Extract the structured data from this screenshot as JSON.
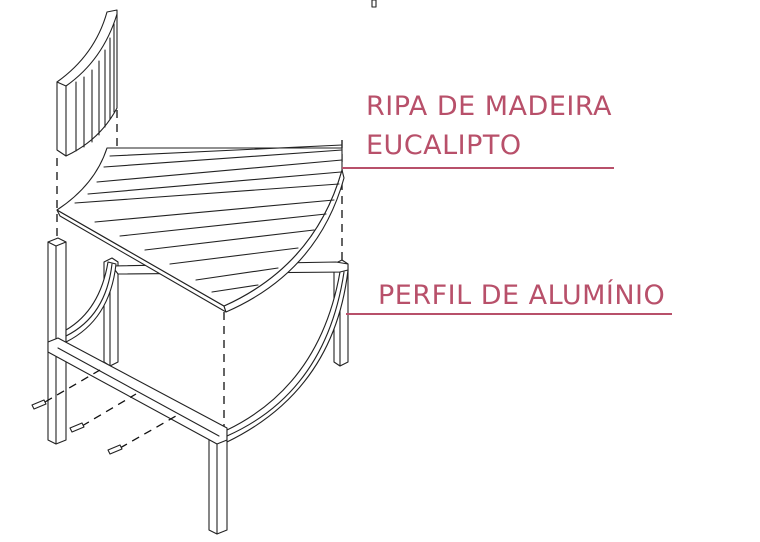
{
  "labels": {
    "wood_slat_line1": "RIPA DE MADEIRA",
    "wood_slat_line2": "EUCALIPTO",
    "aluminum_profile": "PERFIL DE ALUMÍNIO"
  },
  "colors": {
    "label": "#b8506a",
    "line": "#222222",
    "background": "#ffffff"
  }
}
